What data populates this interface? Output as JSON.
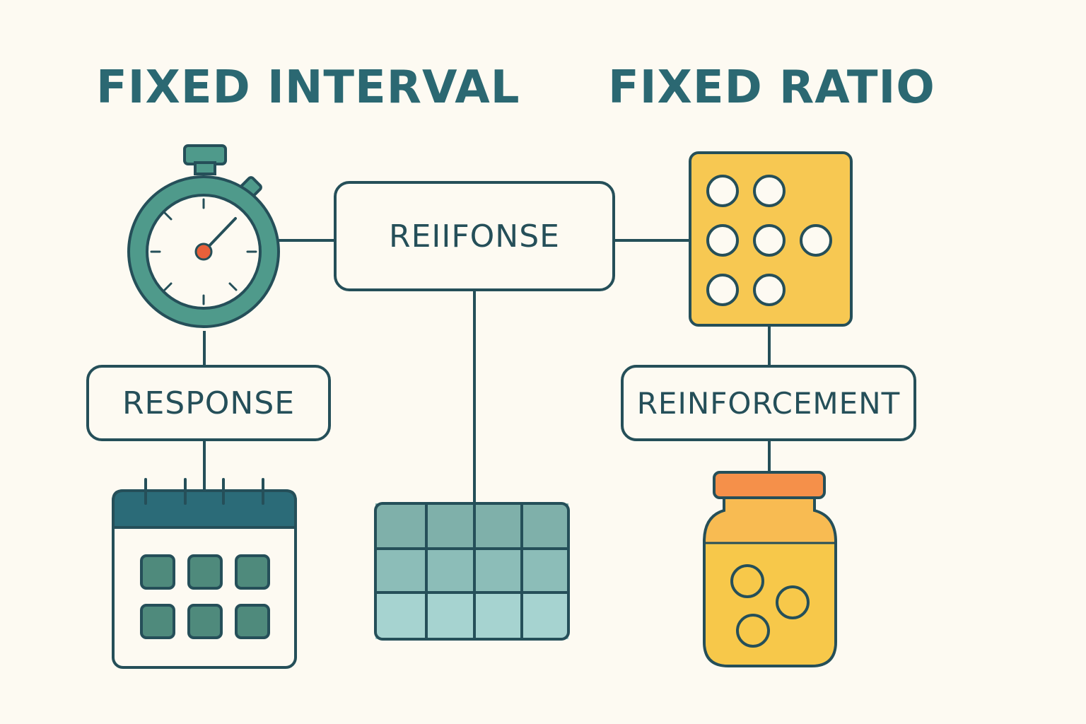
{
  "headings": {
    "left": "FIXED INTERVAL",
    "right": "FIXED RATIO"
  },
  "boxes": {
    "center": "REIIFONSE",
    "left": "RESPONSE",
    "right": "REINFORCEMENT"
  },
  "colors": {
    "background": "#fdfaf2",
    "heading": "#2b6872",
    "outline": "#254f59",
    "stopwatch": "#4f9a8b",
    "calendar_header": "#2b6b78",
    "calendar_cell": "#4f8a7c",
    "grid_fill": "#7fb5b0",
    "card_fill": "#f7c852",
    "jar_lid": "#f5904a",
    "jar_body": "#f8bb52",
    "jar_contents": "#f7c84a",
    "accent_dot": "#e8603a"
  },
  "icons": [
    "stopwatch-icon",
    "calendar-icon",
    "grid-table-icon",
    "dot-card-icon",
    "jar-icon"
  ]
}
